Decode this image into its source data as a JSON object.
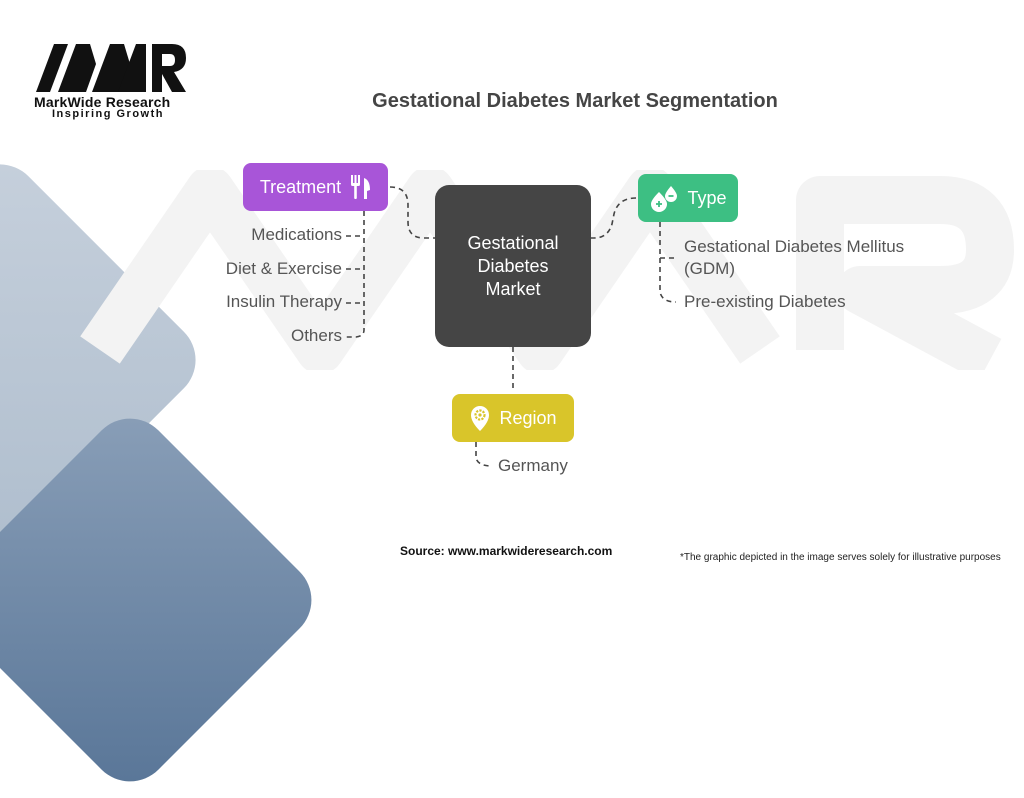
{
  "logo": {
    "mark": "MWR",
    "name": "MarkWide Research",
    "tagline": "Inspiring Growth"
  },
  "title": "Gestational Diabetes Market Segmentation",
  "center": {
    "label": "Gestational Diabetes Market"
  },
  "segments": {
    "treatment": {
      "label": "Treatment",
      "icon": "fork-knife-icon",
      "color": "#a855d8",
      "items": [
        "Medications",
        "Diet & Exercise",
        "Insulin Therapy",
        "Others"
      ]
    },
    "type": {
      "label": "Type",
      "icon": "blood-drops-icon",
      "color": "#3dbf83",
      "items": [
        "Gestational Diabetes Mellitus (GDM)",
        "Pre-existing Diabetes"
      ]
    },
    "region": {
      "label": "Region",
      "icon": "location-gear-icon",
      "color": "#d9c52a",
      "items": [
        "Germany"
      ]
    }
  },
  "footer": {
    "source": "Source: www.markwideresearch.com",
    "note": "*The graphic depicted in the image serves solely for illustrative purposes"
  }
}
